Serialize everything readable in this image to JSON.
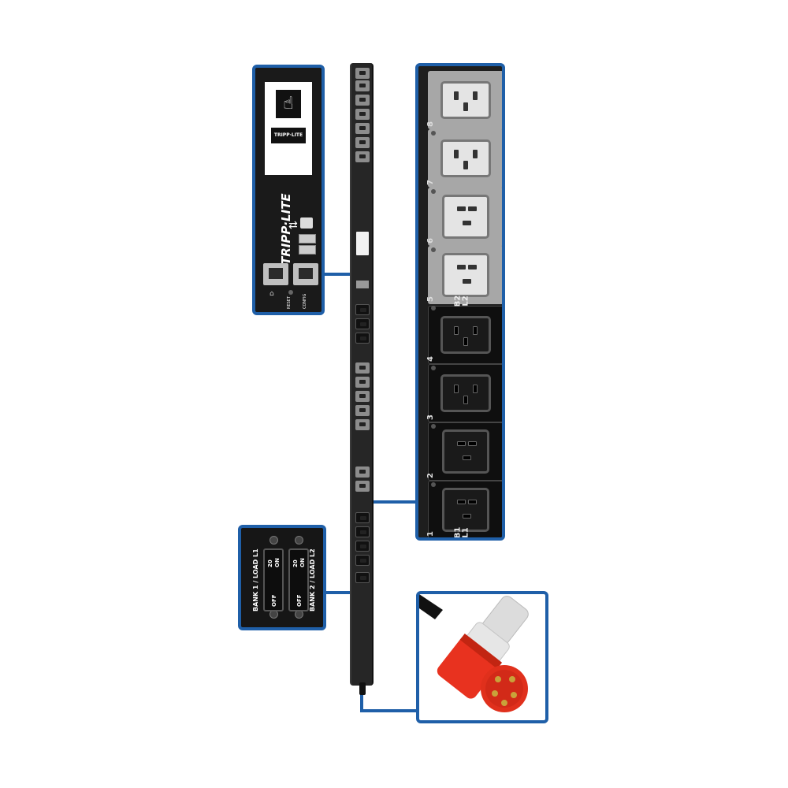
{
  "brand": {
    "logo_text": "TRIPP·LITE"
  },
  "control_panel": {
    "reset_label": "RESET",
    "config_label": "CONFIG",
    "network_port": "network-port",
    "config_port": "config-port"
  },
  "outlets": [
    {
      "number": "8",
      "type": "C13",
      "color": "grey"
    },
    {
      "number": "7",
      "type": "C13",
      "color": "grey"
    },
    {
      "number": "6",
      "type": "C19",
      "color": "grey"
    },
    {
      "number": "5",
      "type": "C19",
      "color": "grey"
    },
    {
      "number": "4",
      "type": "C13",
      "color": "black"
    },
    {
      "number": "3",
      "type": "C13",
      "color": "black"
    },
    {
      "number": "2",
      "type": "C19",
      "color": "black"
    },
    {
      "number": "1",
      "type": "C19",
      "color": "black"
    }
  ],
  "bank_labels": {
    "upper": "B2\nL2",
    "lower": "B1\nL1"
  },
  "breakers": {
    "bank1_label": "BANK 1 / LOAD L1",
    "bank2_label": "BANK 2 / LOAD L2",
    "rating": "20",
    "on_label": "ON",
    "off_label": "OFF"
  },
  "colors": {
    "frame": "#1f5fa8",
    "plug_red": "#e8321f",
    "plug_white": "#e6e6e6"
  }
}
